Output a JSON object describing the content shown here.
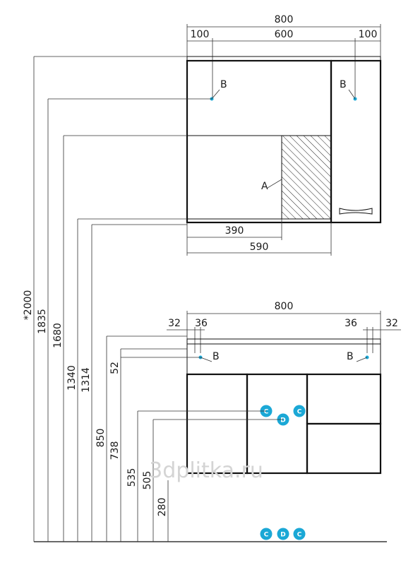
{
  "colors": {
    "line": "#111111",
    "accent": "#1ba8d6",
    "watermark": "#d4d4d4"
  },
  "watermark": "3dplitka.ru",
  "cabinet": {
    "width_total": "800",
    "left_offset": "100",
    "middle_span": "600",
    "right_offset": "100",
    "shelf_inner": "390",
    "shelf_outer": "590",
    "label_a": "A",
    "label_b_left": "B",
    "label_b_right": "B"
  },
  "vanity": {
    "width_total": "800",
    "left_outer": "32",
    "left_inner": "36",
    "right_inner": "36",
    "right_outer": "32",
    "label_b_left": "B",
    "label_b_right": "B",
    "badges_top": [
      "C",
      "D",
      "C"
    ],
    "badges_floor": [
      "C",
      "D",
      "C"
    ]
  },
  "heights": {
    "h2000": "*2000",
    "h1835": "1835",
    "h1680": "1680",
    "h1340": "1340",
    "h1314": "1314",
    "h850": "850",
    "h738": "738",
    "h535": "535",
    "h505": "505",
    "h280": "280",
    "h52": "52"
  }
}
